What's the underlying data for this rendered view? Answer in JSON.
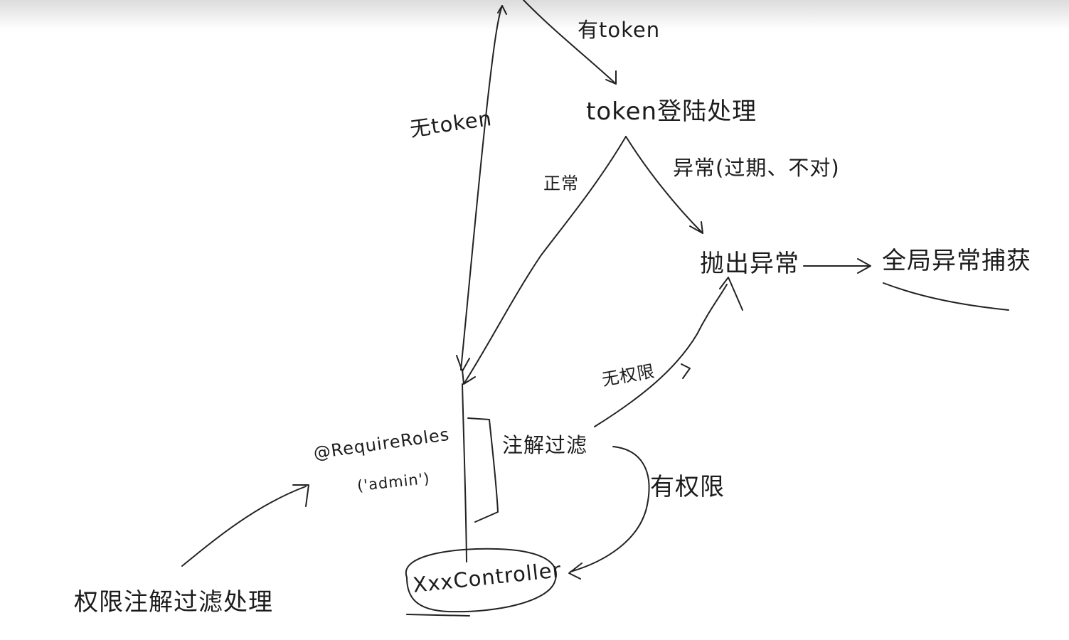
{
  "labels": {
    "has_token": "有token",
    "no_token": "无token",
    "normal_branch": "正常",
    "login_handling": "token登陆处理",
    "exception_note": "异常(过期、不对)",
    "throw_exception": "抛出异常",
    "global_catch": "全局异常捕获",
    "no_permission": "无权限",
    "annotation_filter": "注解过滤",
    "has_permission": "有权限",
    "annotation_line1": "@RequireRoles",
    "annotation_line2": "('admin')",
    "controller": "XxxController",
    "permission_handling": "权限注解过滤处理"
  }
}
